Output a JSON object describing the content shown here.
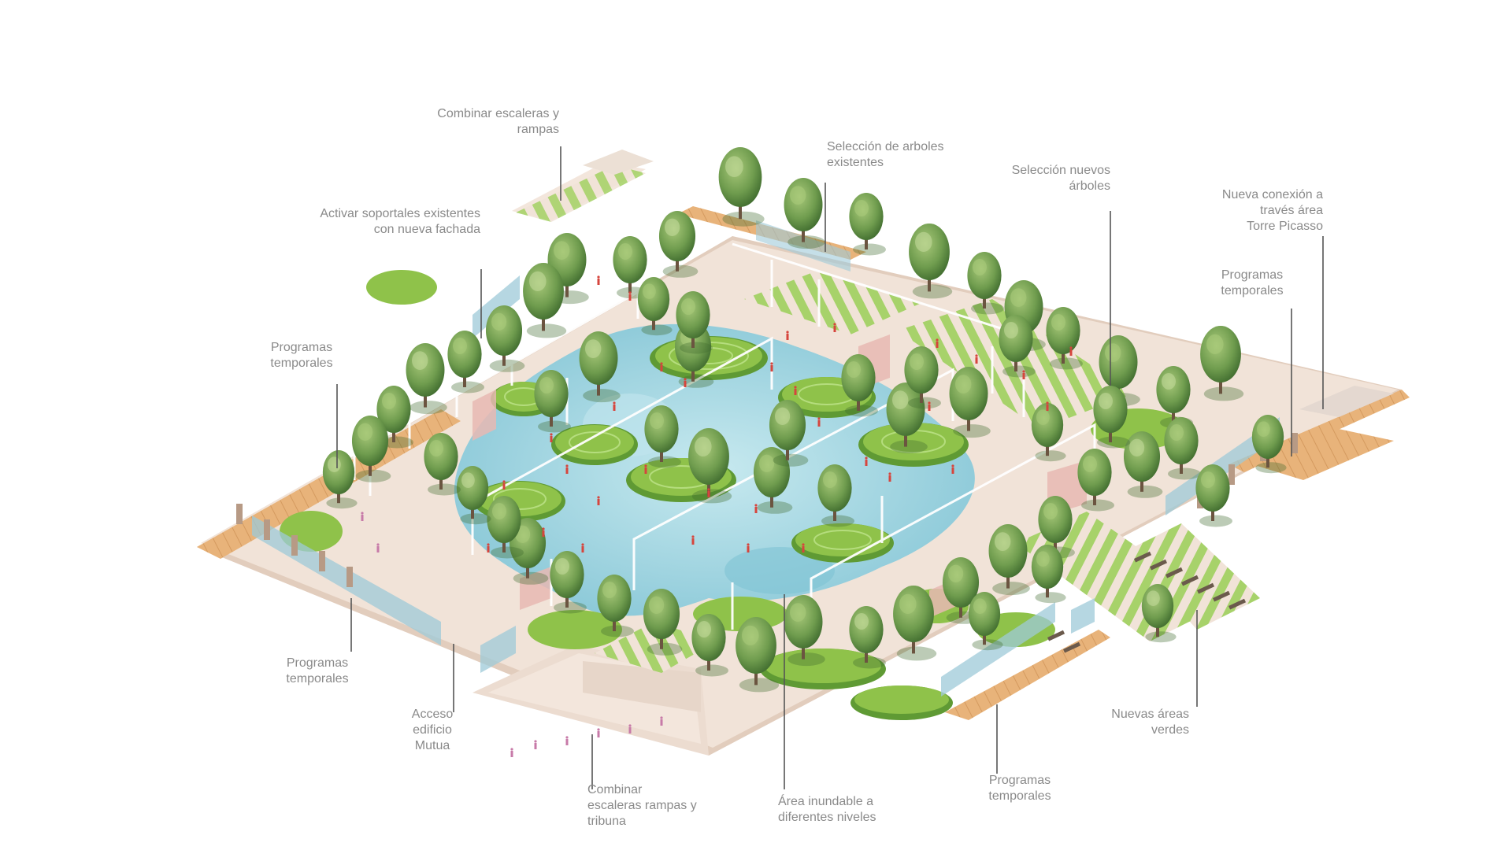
{
  "annotations": [
    {
      "id": "stairs-ramps-top",
      "lines": [
        "Combinar escaleras y",
        "rampas"
      ]
    },
    {
      "id": "existing-trees",
      "lines": [
        "Selección de arboles",
        "existentes"
      ]
    },
    {
      "id": "new-trees",
      "lines": [
        "Selección nuevos",
        "árboles"
      ]
    },
    {
      "id": "picasso-connection",
      "lines": [
        "Nueva conexión a",
        "través área",
        "Torre Picasso"
      ]
    },
    {
      "id": "porticos",
      "lines": [
        "Activar soportales existentes",
        "con nueva fachada"
      ]
    },
    {
      "id": "temp-programs-right",
      "lines": [
        "Programas",
        "temporales"
      ]
    },
    {
      "id": "temp-programs-left",
      "lines": [
        "Programas",
        "temporales"
      ]
    },
    {
      "id": "temp-programs-bottom-left",
      "lines": [
        "Programas",
        "temporales"
      ]
    },
    {
      "id": "mutua-access",
      "lines": [
        "Acceso",
        "edificio",
        "Mutua"
      ]
    },
    {
      "id": "stairs-tribune",
      "lines": [
        "Combinar",
        "escaleras rampas y",
        "tribuna"
      ]
    },
    {
      "id": "flood-area",
      "lines": [
        "Área inundable a",
        "diferentes niveles"
      ]
    },
    {
      "id": "temp-programs-bottom",
      "lines": [
        "Programas",
        "temporales"
      ]
    },
    {
      "id": "new-green-areas",
      "lines": [
        "Nuevas áreas",
        "verdes"
      ]
    }
  ],
  "colors": {
    "label": "#8a8a8a",
    "leader": "#555555",
    "plaza": "#f1e3d8",
    "plaza_edge": "#e2cdbd",
    "deck": "#e8b37a",
    "water": "#a9d8e1",
    "water_deep": "#7fc3d3",
    "grass": "#8fc24a",
    "grass_dark": "#5f9a34",
    "stripe": "#a7d26a",
    "tree_dark": "#4f7d3a",
    "tree_mid": "#6f9c4e",
    "tree_light": "#9cbf6e",
    "glass": "#9ec9d8",
    "pink": "#e8b9b3",
    "people": "#d6453d"
  }
}
